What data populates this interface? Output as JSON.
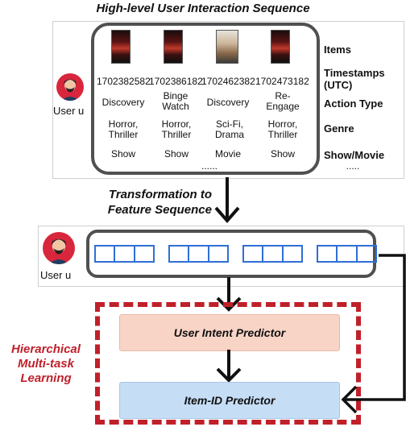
{
  "title": "High-level User Interaction Sequence",
  "user_label": "User u",
  "items": [
    {
      "timestamp": "1702382582",
      "action": "Discovery",
      "genre": "Horror, Thriller",
      "type": "Show"
    },
    {
      "timestamp": "1702386182",
      "action": "Binge Watch",
      "genre": "Horror, Thriller",
      "type": "Show"
    },
    {
      "timestamp": "1702462382",
      "action": "Discovery",
      "genre": "Sci-Fi, Drama",
      "type": "Movie"
    },
    {
      "timestamp": "1702473182",
      "action": "Re-Engage",
      "genre": "Horror, Thriller",
      "type": "Show"
    }
  ],
  "ellipsis": "......",
  "right_labels": {
    "items": "Items",
    "timestamps": "Timestamps (UTC)",
    "action": "Action Type",
    "genre": "Genre",
    "showmovie": "Show/Movie",
    "ellipsis": "....."
  },
  "transformation_label": "Transformation to Feature Sequence",
  "user_intent": "User Intent Predictor",
  "item_id": "Item-ID Predictor",
  "side_label": "Hierarchical Multi-task Learning",
  "colors": {
    "accent_red": "#c0202a",
    "intent_fill": "#f8d4c6",
    "item_fill": "#c5ddf5",
    "feature_blue": "#2f6fd6",
    "frame_gray": "#505050"
  },
  "icons": [
    "user-avatar-icon",
    "poster-icon",
    "arrow-down-icon",
    "arrow-left-icon"
  ]
}
